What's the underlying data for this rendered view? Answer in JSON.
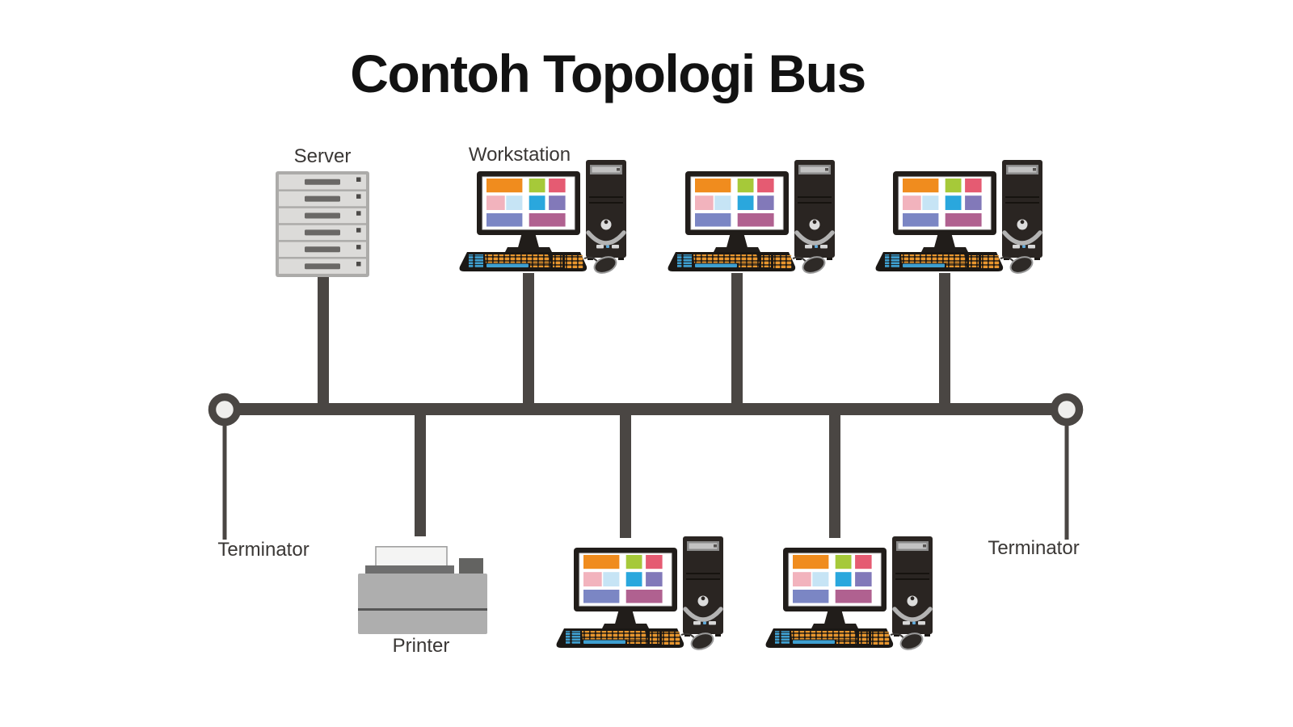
{
  "title": "Contoh Topologi Bus",
  "labels": {
    "server": "Server",
    "workstation": "Workstation",
    "printer": "Printer",
    "terminator_left": "Terminator",
    "terminator_right": "Terminator"
  },
  "diagram": {
    "type": "bus-topology",
    "nodes_above_bus": [
      "Server",
      "Workstation",
      "Workstation",
      "Workstation"
    ],
    "nodes_below_bus": [
      "Printer",
      "Workstation",
      "Workstation"
    ],
    "terminator_count": 2,
    "bus_color": "#4a4643",
    "background_color": "#ffffff",
    "label_color": "#3a3735",
    "title_color": "#121212"
  },
  "palette": {
    "monitor_frame": "#211d1a",
    "screen": "#ffffff",
    "tile_orange": "#f08c1e",
    "tile_green": "#a6c939",
    "tile_red": "#e55b72",
    "tile_light_pink": "#f2b3bd",
    "tile_pale_blue": "#c6e4f5",
    "tile_azure": "#2aa7dd",
    "tile_purple": "#8279b9",
    "tile_periwinkle": "#7b86c4",
    "tile_mauve": "#b06190",
    "keyboard_base": "#1b1815",
    "keyboard_keys": "#e8962e",
    "keyboard_accent": "#3e9fd0",
    "tower_body": "#2a2522",
    "server_frame": "#acaba9",
    "server_slot": "#dcdbd9",
    "server_bar": "#6a6866",
    "printer_body": "#aeaeae",
    "printer_paper": "#f4f4f3",
    "printer_tray": "#6e6e6e",
    "terminator_fill": "#efeeec"
  }
}
